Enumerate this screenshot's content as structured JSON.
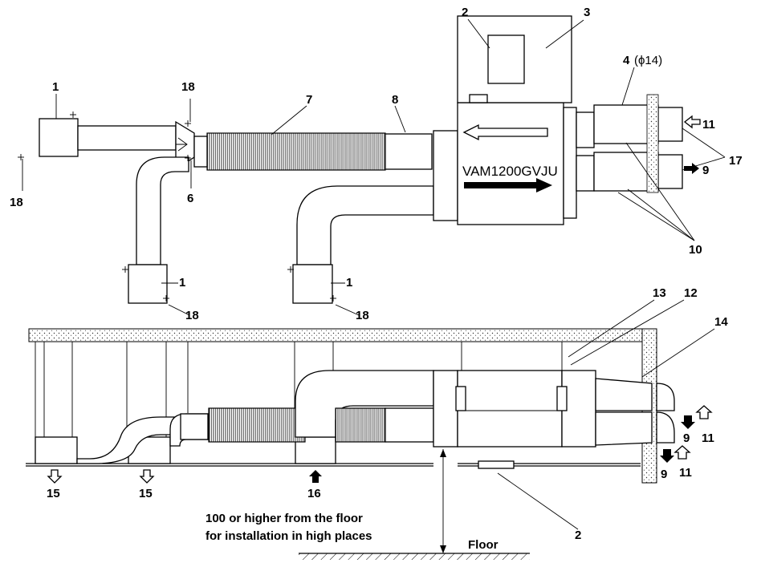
{
  "labels": {
    "l1_top": "1",
    "l1_mid_left": "1",
    "l1_mid_right": "1",
    "l2_top": "2",
    "l3": "3",
    "l4_num": "4",
    "l4_spec": "(ϕ14)",
    "l6": "6",
    "l7": "7",
    "l8": "8",
    "l10": "10",
    "l11_top": "11",
    "l17": "17",
    "l9_top": "9",
    "l18_top_left": "18",
    "l18_top_mid": "18",
    "l18_mid_left": "18",
    "l18_mid_right": "18",
    "l12": "12",
    "l13": "13",
    "l14": "14",
    "l9_side_a": "9",
    "l11_side_a": "11",
    "l9_side_b": "9",
    "l11_side_b": "11",
    "l15_a": "15",
    "l15_b": "15",
    "l16": "16",
    "l2_bottom": "2"
  },
  "model_name": "VAM1200GVJU",
  "note_line1": "100 or higher from the floor",
  "note_line2": "for installation in high places",
  "floor_label": "Floor"
}
